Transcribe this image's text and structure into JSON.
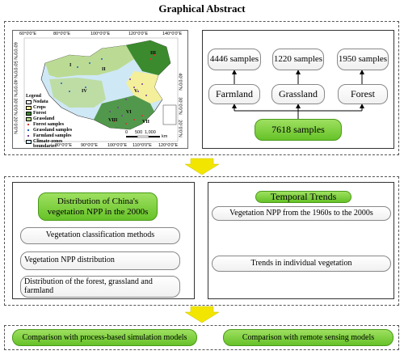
{
  "title": "Graphical Abstract",
  "map": {
    "top_ticks": [
      "60°0'0\"E",
      "80°0'0\"E",
      "100°0'0\"E",
      "120°0'0\"E",
      "140°0'0\"E"
    ],
    "bottom_ticks": [
      "80°0'0\"E",
      "90°0'0\"E",
      "100°0'0\"E",
      "110°0'0\"E",
      "120°0'0\"E"
    ],
    "left_ticks": [
      "60°0'0\"N",
      "50°0'0\"N",
      "40°0'0\"N",
      "30°0'0\"N",
      "20°0'0\"N"
    ],
    "right_ticks": [
      "40°0'0\"N",
      "30°0'0\"N",
      "20°0'0\"N"
    ],
    "legend_title": "Legend",
    "legend_items": [
      "Nodata",
      "Crops",
      "Forest",
      "Grassland",
      "Forest samples",
      "Grassland samples",
      "Farmland samples",
      "Climate-zones boundaries"
    ],
    "scale_labels": [
      "0",
      "500",
      "1,000",
      "km"
    ],
    "zone_labels": [
      "I",
      "II",
      "III",
      "IV",
      "V",
      "VI",
      "VII",
      "VIII"
    ]
  },
  "samples": {
    "farmland_count": "4446 samples",
    "grassland_count": "1220 samples",
    "forest_count": "1950 samples",
    "farmland": "Farmland",
    "grassland": "Grassland",
    "forest": "Forest",
    "total": "7618  samples"
  },
  "middle_left": {
    "header": "Distribution of China's vegetation NPP in the 2000s",
    "items": [
      "Vegetation classification methods",
      "Vegetation NPP distribution",
      "Distribution of the forest, grassland and farmland"
    ]
  },
  "middle_right": {
    "header": "Temporal Trends",
    "items": [
      "Vegetation NPP from the 1960s to the 2000s",
      "Trends in individual vegetation"
    ]
  },
  "bottom": {
    "left": "Comparison with process-based simulation models",
    "right": "Comparison with remote sensing models"
  },
  "colors": {
    "green_fill": "#7ccf38",
    "arrow_yellow": "#f2e600",
    "crops": "#f4ef9a",
    "forest": "#3c8a2e",
    "grassland": "#b8d98a",
    "nodata": "#ffffff",
    "climate_zone": "#cfe8f5"
  }
}
